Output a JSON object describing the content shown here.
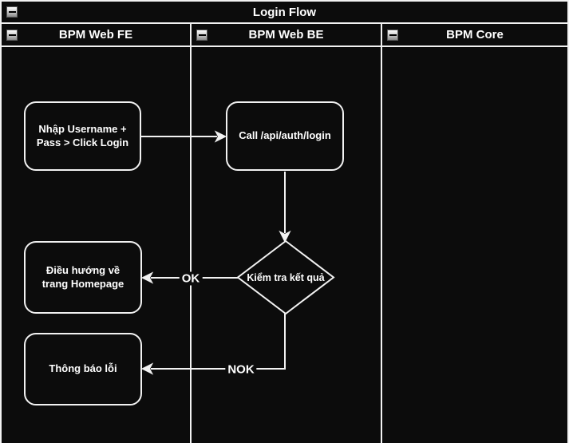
{
  "diagram": {
    "title": "Login Flow",
    "lanes": [
      {
        "label": "BPM Web FE"
      },
      {
        "label": "BPM Web BE"
      },
      {
        "label": "BPM Core"
      }
    ]
  },
  "nodes": {
    "fe_input": "Nhập Username + Pass > Click Login",
    "be_call": "Call /api/auth/login",
    "decision": "Kiểm tra kết quả",
    "fe_home": "Điều hướng về trang Homepage",
    "fe_error": "Thông báo lỗi"
  },
  "edges": {
    "ok": "OK",
    "nok": "NOK"
  },
  "colors": {
    "canvas": "#0c0c0c",
    "stroke": "#f2f2f2",
    "text": "#ffffff"
  }
}
